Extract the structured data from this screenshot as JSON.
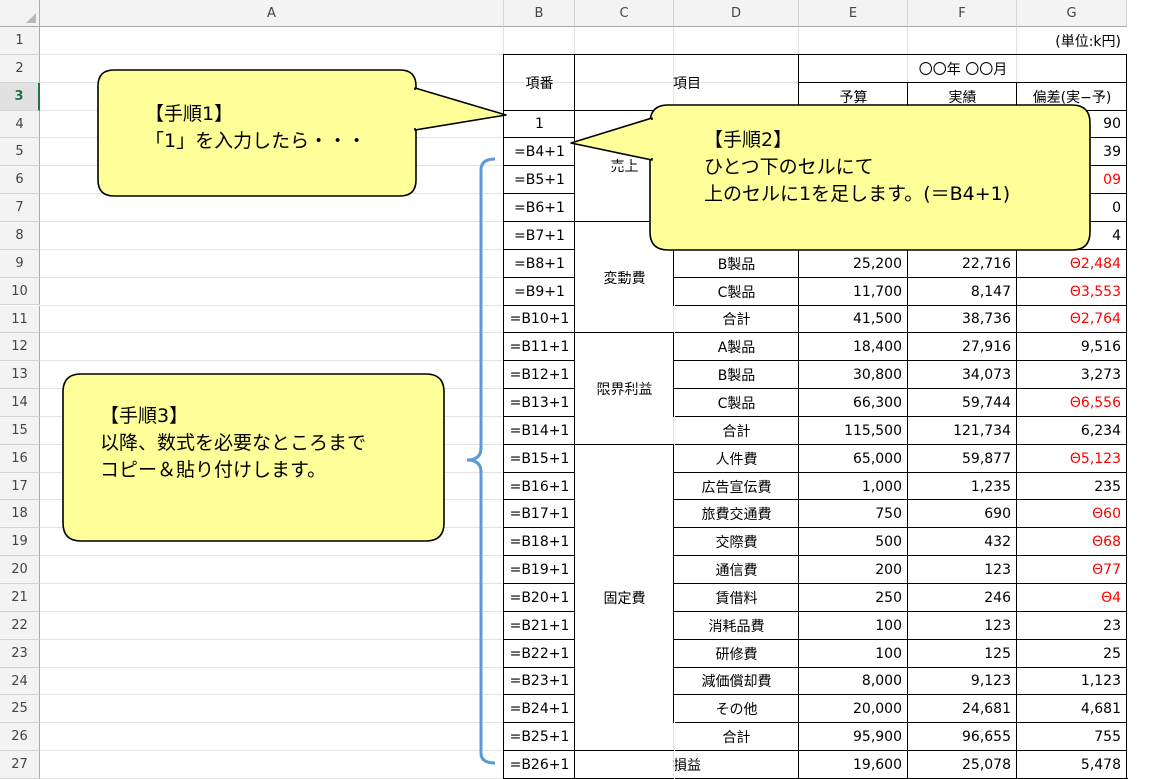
{
  "columns": [
    "A",
    "B",
    "C",
    "D",
    "E",
    "F",
    "G"
  ],
  "rows": [
    "1",
    "2",
    "3",
    "4",
    "5",
    "6",
    "7",
    "8",
    "9",
    "10",
    "11",
    "12",
    "13",
    "14",
    "15",
    "16",
    "17",
    "18",
    "19",
    "20",
    "21",
    "22",
    "23",
    "24",
    "25",
    "26",
    "27"
  ],
  "unit": "(単位:k円)",
  "header": {
    "no": "項番",
    "item": "項目",
    "period": "〇〇年 〇〇月",
    "budget": "予算",
    "actual": "実績",
    "variance": "偏差(実−予)"
  },
  "group_labels": [
    "売上",
    "変動費",
    "限界利益",
    "固定費"
  ],
  "table_rows": [
    {
      "b": "1",
      "d": "",
      "e": "",
      "f": "",
      "g": "90",
      "neg": false
    },
    {
      "b": "=B4+1",
      "d": "",
      "e": "",
      "f": "",
      "g": "39",
      "neg": false
    },
    {
      "b": "=B5+1",
      "d": "",
      "e": "",
      "f": "",
      "g": "09",
      "neg": true
    },
    {
      "b": "=B6+1",
      "d": "",
      "e": "",
      "f": "",
      "g": "0",
      "neg": false
    },
    {
      "b": "=B7+1",
      "d": "",
      "e": "",
      "f": "",
      "g": "4",
      "neg": false
    },
    {
      "b": "=B8+1",
      "d": "B製品",
      "e": "25,200",
      "f": "22,716",
      "g": "Θ2,484",
      "neg": true
    },
    {
      "b": "=B9+1",
      "d": "C製品",
      "e": "11,700",
      "f": "8,147",
      "g": "Θ3,553",
      "neg": true
    },
    {
      "b": "=B10+1",
      "d": "合計",
      "e": "41,500",
      "f": "38,736",
      "g": "Θ2,764",
      "neg": true
    },
    {
      "b": "=B11+1",
      "d": "A製品",
      "e": "18,400",
      "f": "27,916",
      "g": "9,516",
      "neg": false
    },
    {
      "b": "=B12+1",
      "d": "B製品",
      "e": "30,800",
      "f": "34,073",
      "g": "3,273",
      "neg": false
    },
    {
      "b": "=B13+1",
      "d": "C製品",
      "e": "66,300",
      "f": "59,744",
      "g": "Θ6,556",
      "neg": true
    },
    {
      "b": "=B14+1",
      "d": "合計",
      "e": "115,500",
      "f": "121,734",
      "g": "6,234",
      "neg": false
    },
    {
      "b": "=B15+1",
      "d": "人件費",
      "e": "65,000",
      "f": "59,877",
      "g": "Θ5,123",
      "neg": true
    },
    {
      "b": "=B16+1",
      "d": "広告宣伝費",
      "e": "1,000",
      "f": "1,235",
      "g": "235",
      "neg": false
    },
    {
      "b": "=B17+1",
      "d": "旅費交通費",
      "e": "750",
      "f": "690",
      "g": "Θ60",
      "neg": true
    },
    {
      "b": "=B18+1",
      "d": "交際費",
      "e": "500",
      "f": "432",
      "g": "Θ68",
      "neg": true
    },
    {
      "b": "=B19+1",
      "d": "通信費",
      "e": "200",
      "f": "123",
      "g": "Θ77",
      "neg": true
    },
    {
      "b": "=B20+1",
      "d": "賃借料",
      "e": "250",
      "f": "246",
      "g": "Θ4",
      "neg": true
    },
    {
      "b": "=B21+1",
      "d": "消耗品費",
      "e": "100",
      "f": "123",
      "g": "23",
      "neg": false
    },
    {
      "b": "=B22+1",
      "d": "研修費",
      "e": "100",
      "f": "125",
      "g": "25",
      "neg": false
    },
    {
      "b": "=B23+1",
      "d": "減価償却費",
      "e": "8,000",
      "f": "9,123",
      "g": "1,123",
      "neg": false
    },
    {
      "b": "=B24+1",
      "d": "その他",
      "e": "20,000",
      "f": "24,681",
      "g": "4,681",
      "neg": false
    },
    {
      "b": "=B25+1",
      "d": "合計",
      "e": "95,900",
      "f": "96,655",
      "g": "755",
      "neg": false
    },
    {
      "b": "=B26+1",
      "d": "損益",
      "e": "19,600",
      "f": "25,078",
      "g": "5,478",
      "neg": false
    }
  ],
  "callouts": {
    "step1": [
      "【手順1】",
      "「1」を入力したら・・・"
    ],
    "step2": [
      "【手順2】",
      "ひとつ下のセルにて",
      "上のセルに1を足します。(＝B4+1)"
    ],
    "step3": [
      "【手順3】",
      "以降、数式を必要なところまで",
      "コピー＆貼り付けします。"
    ]
  },
  "colors": {
    "callout_fill": "#ffff99",
    "bracket": "#5b9bd5",
    "negative": "#ff0000",
    "selected_row": "#217346"
  }
}
